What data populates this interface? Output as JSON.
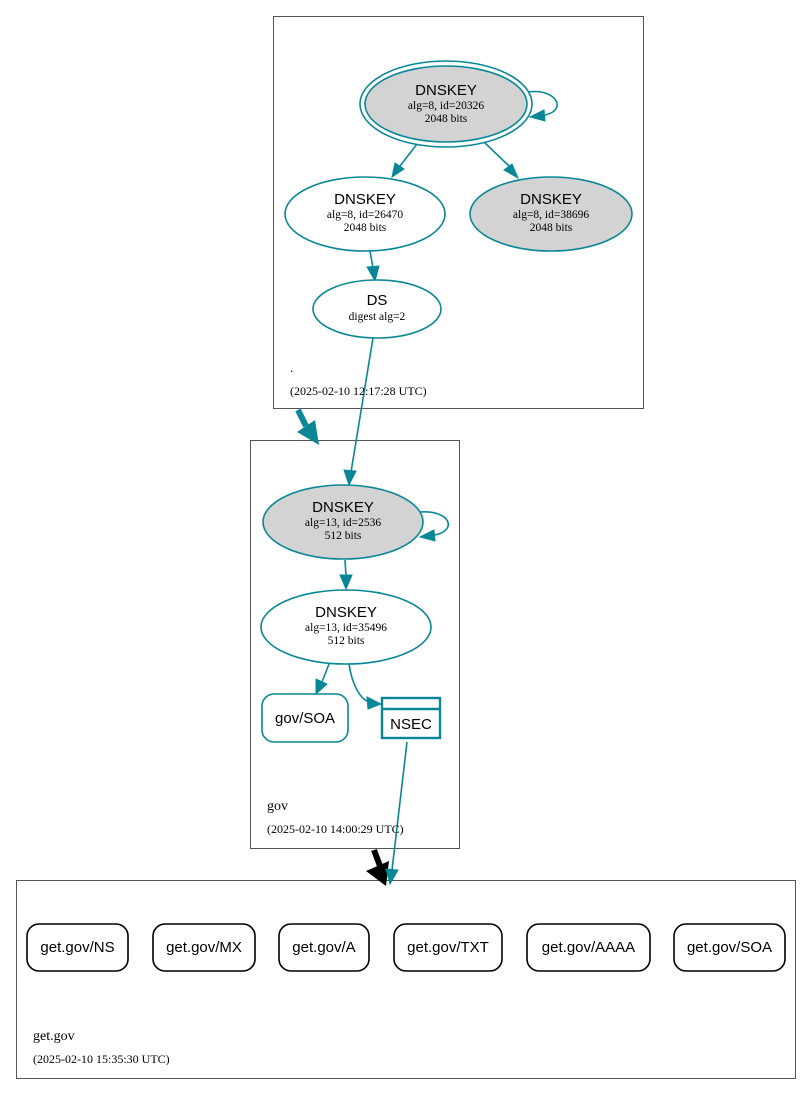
{
  "colors": {
    "accent": "#0a8796",
    "ksk_fill": "#d3d3d3",
    "delegation_arrow": "#000000"
  },
  "zones": {
    "root": {
      "name": ".",
      "timestamp": "(2025-02-10 12:17:28 UTC)"
    },
    "gov": {
      "name": "gov",
      "timestamp": "(2025-02-10 14:00:29 UTC)"
    },
    "getgov": {
      "name": "get.gov",
      "timestamp": "(2025-02-10 15:35:30 UTC)"
    }
  },
  "nodes": {
    "root_ksk": {
      "title": "DNSKEY",
      "line1": "alg=8, id=20326",
      "line2": "2048 bits"
    },
    "root_zsk": {
      "title": "DNSKEY",
      "line1": "alg=8, id=26470",
      "line2": "2048 bits"
    },
    "root_key3": {
      "title": "DNSKEY",
      "line1": "alg=8, id=38696",
      "line2": "2048 bits"
    },
    "ds": {
      "title": "DS",
      "line1": "digest alg=2"
    },
    "gov_ksk": {
      "title": "DNSKEY",
      "line1": "alg=13, id=2536",
      "line2": "512 bits"
    },
    "gov_zsk": {
      "title": "DNSKEY",
      "line1": "alg=13, id=35496",
      "line2": "512 bits"
    },
    "gov_soa": {
      "label": "gov/SOA"
    },
    "nsec": {
      "label": "NSEC"
    }
  },
  "records": [
    "get.gov/NS",
    "get.gov/MX",
    "get.gov/A",
    "get.gov/TXT",
    "get.gov/AAAA",
    "get.gov/SOA"
  ]
}
